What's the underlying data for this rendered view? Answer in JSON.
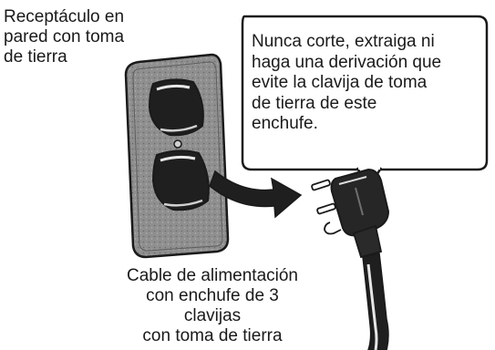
{
  "receptacle_label": "Receptáculo en\npared con toma\nde tierra",
  "warning_text": "Nunca corte, extraiga ni\nhaga una derivación que\nevite la clavija de toma\nde tierra de este\nenchufe.",
  "cable_label": "Cable de alimentación\ncon enchufe de 3 clavijas\ncon toma de tierra",
  "colors": {
    "ink": "#1a1a1a",
    "plate_fill": "#8a8a8a",
    "socket_fill": "#1f1f1f",
    "callout_fill": "#ffffff"
  }
}
